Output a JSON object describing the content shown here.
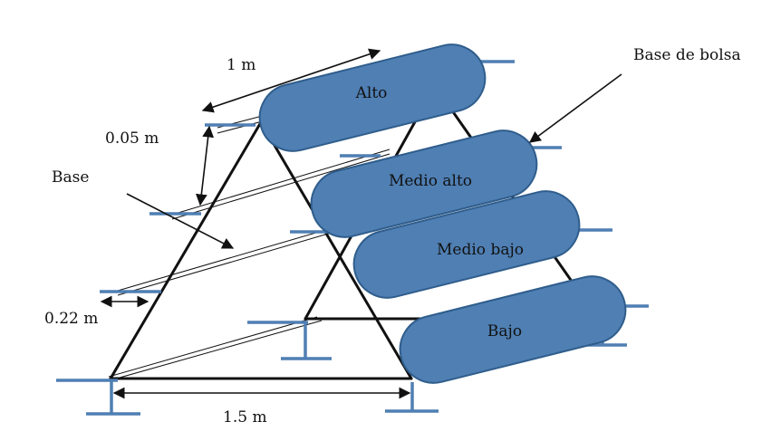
{
  "labels": {
    "top_width": "1 m",
    "bag_base": "Base de bolsa",
    "spacing": "0.05 m",
    "base": "Base",
    "offset": "0.22 m",
    "bottom_width": "1.5 m"
  },
  "bags": [
    {
      "label": "Alto"
    },
    {
      "label": "Medio alto"
    },
    {
      "label": "Medio bajo"
    },
    {
      "label": "Bajo"
    }
  ],
  "colors": {
    "bag_fill": "#4f7fb3",
    "bag_stroke": "#2f5d8c",
    "bar": "#4f7fb3",
    "frame": "#111111"
  }
}
